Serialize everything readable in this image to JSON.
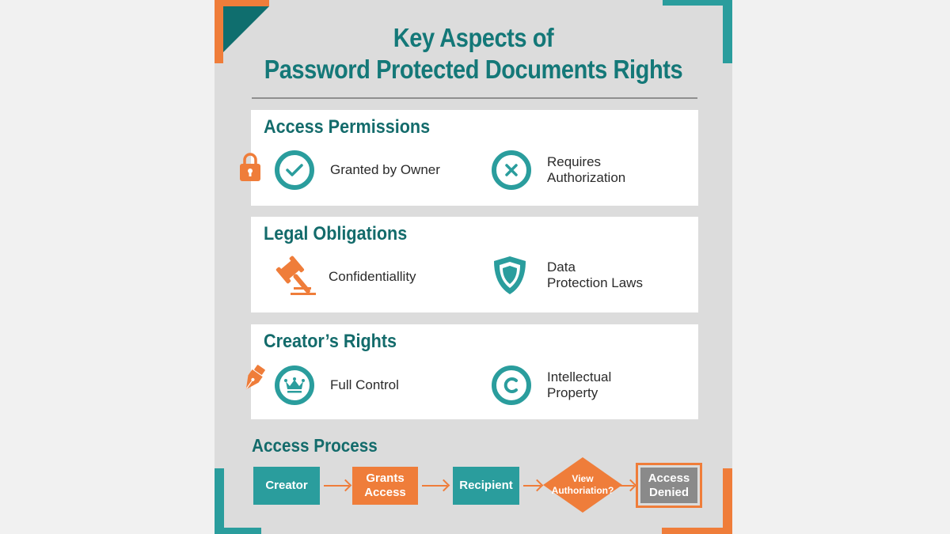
{
  "title": {
    "line1": "Key Aspects of",
    "line2": "Password Protected Documents Rights"
  },
  "sections": [
    {
      "heading": "Access Permissions",
      "side_icon": "lock-icon",
      "items": [
        {
          "icon": "check-circle-icon",
          "label": "Granted by Owner"
        },
        {
          "icon": "x-circle-icon",
          "label": "Requires\nAuthorization"
        }
      ]
    },
    {
      "heading": "Legal Obligations",
      "items": [
        {
          "icon": "gavel-icon",
          "label": "Confidentiallity"
        },
        {
          "icon": "shield-icon",
          "label": "Data\nProtection Laws"
        }
      ]
    },
    {
      "heading": "Creator’s Rights",
      "side_icon": "pen-nib-icon",
      "items": [
        {
          "icon": "crown-circle-icon",
          "label": "Full Control"
        },
        {
          "icon": "copyright-icon",
          "label": "Intellectual\nProperty"
        }
      ]
    }
  ],
  "process": {
    "heading": "Access Process",
    "steps": [
      {
        "label": "Creator",
        "shape": "box",
        "color": "#2a9d9d"
      },
      {
        "label": "Grants\nAccess",
        "shape": "box",
        "color": "#ef7d3a"
      },
      {
        "label": "Recipient",
        "shape": "box",
        "color": "#2a9d9d"
      },
      {
        "label": "View\nAuthoriation?",
        "shape": "diamond",
        "color": "#ef7d3a"
      },
      {
        "label": "Access\nDenied",
        "shape": "box",
        "color": "#8a8a8a"
      }
    ]
  },
  "colors": {
    "teal": "#2a9d9d",
    "dark_teal": "#136b6b",
    "orange": "#ef7d3a",
    "gray": "#8a8a8a"
  }
}
